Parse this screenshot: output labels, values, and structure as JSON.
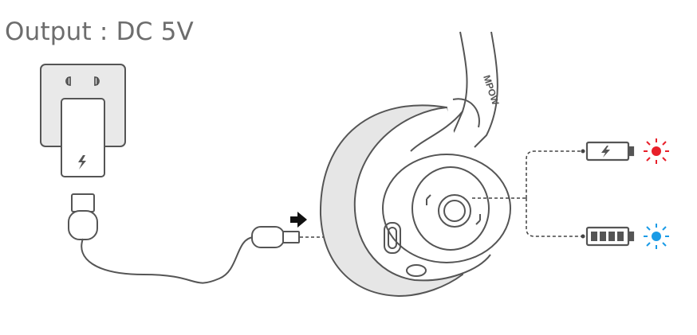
{
  "title": "Output : DC 5V",
  "brand_logo": "MPOW",
  "colors": {
    "outline": "#555555",
    "charging_led": "#e8202a",
    "charged_led": "#1a9be6",
    "cushion": "#e6e6e6",
    "arrow": "#111111"
  },
  "icons": [
    "wall-outlet-icon",
    "charger-adapter-icon",
    "lightning-icon",
    "usb-cable-icon",
    "plug-in-arrow-icon",
    "headset-icon",
    "battery-charging-icon",
    "battery-full-icon",
    "red-led-icon",
    "blue-led-icon"
  ],
  "states": [
    {
      "name": "charging",
      "battery": "charging",
      "led": "red"
    },
    {
      "name": "fully-charged",
      "battery": "full",
      "led": "blue"
    }
  ]
}
